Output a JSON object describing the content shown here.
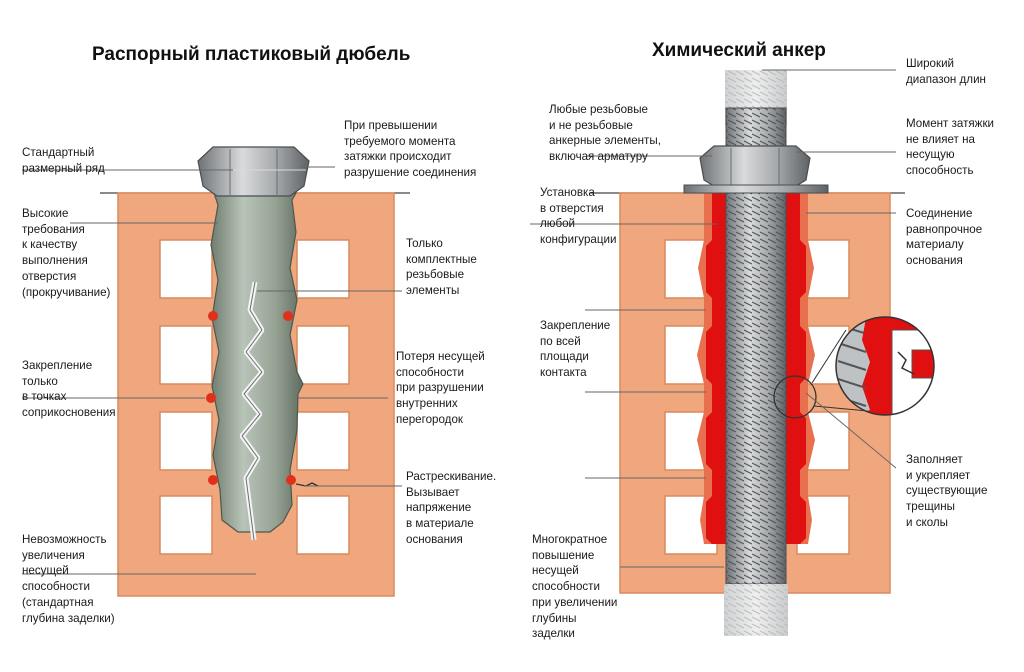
{
  "left": {
    "title": "Распорный пластиковый дюбель",
    "labels": {
      "standard_size": [
        "Стандартный",
        "размерный ряд"
      ],
      "torque_exceeded": [
        "При превышении",
        "требуемого момента",
        "затяжки происходит",
        "разрушение соединения"
      ],
      "hole_quality": [
        "Высокие",
        "требования",
        "к качеству",
        "выполнения",
        "отверстия",
        "(прокручивание)"
      ],
      "only_full_thread": [
        "Только",
        "комплектные",
        "резьбовые",
        "элементы"
      ],
      "point_contact": [
        "Закрепление",
        "только",
        "в точках",
        "соприкосновения"
      ],
      "capacity_loss": [
        "Потеря несущей",
        "способности",
        "при разрушении",
        "внутренних",
        "перегородок"
      ],
      "cracking": [
        "Растрескивание.",
        "Вызывает",
        "напряжение",
        "в материале",
        "основания"
      ],
      "no_capacity_increase": [
        "Невозможность",
        "увеличения",
        "несущей",
        "способности",
        "(стандартная",
        "глубина заделки)"
      ]
    }
  },
  "right": {
    "title": "Химический анкер",
    "labels": {
      "length_range": [
        "Широкий",
        "диапазон длин"
      ],
      "any_elements": [
        "Любые резьбовые",
        "и не резьбовые",
        "анкерные элементы,",
        "включая арматуру"
      ],
      "torque_no_effect": [
        "Момент затяжки",
        "не влияет на",
        "несущую",
        "способность"
      ],
      "any_hole": [
        "Установка",
        "в отверстия",
        "любой",
        "конфигурации"
      ],
      "equal_strength": [
        "Соединение",
        "равнопрочное",
        "материалу",
        "основания"
      ],
      "full_contact": [
        "Закрепление",
        "по всей",
        "площади",
        "контакта"
      ],
      "fills_cracks": [
        "Заполняет",
        "и укрепляет",
        "существующие",
        "трещины",
        "и сколы"
      ],
      "depth_increase": [
        "Многократное",
        "повышение",
        "несущей",
        "способности",
        "при увеличении",
        "глубины",
        "заделки"
      ]
    }
  },
  "colors": {
    "brick": "#f0a77d",
    "brick_edge": "#d98a5e",
    "plastic": "#9aa79a",
    "steel": "#a9acae",
    "resin": "#e01010",
    "contact_dot": "#e0301a",
    "leader_line": "#666666"
  }
}
